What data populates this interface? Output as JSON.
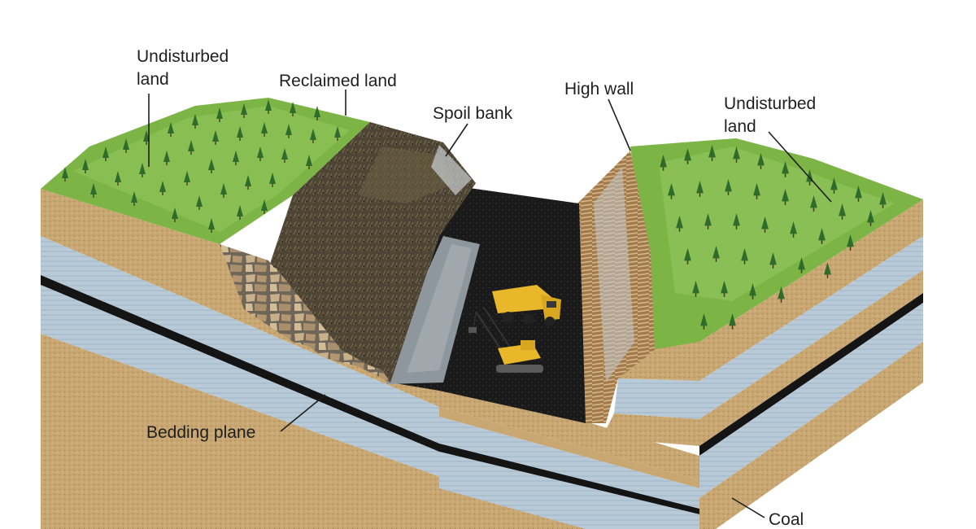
{
  "labels": {
    "undisturbed_left": [
      "Undisturbed",
      "land"
    ],
    "reclaimed": "Reclaimed land",
    "spoil_bank": "Spoil bank",
    "high_wall": "High wall",
    "undisturbed_right": [
      "Undisturbed",
      "land"
    ],
    "bedding_plane": "Bedding plane",
    "coal": "Coal"
  },
  "colors": {
    "grass": "#6aa33b",
    "grass_light": "#93c65a",
    "tree": "#2f6b2a",
    "sand": "#c9a772",
    "sand_dark": "#a98553",
    "shale": "#b6c8d6",
    "shale_dark": "#8fa6ba",
    "coal": "#141414",
    "spoil": "#4e4534",
    "rock": "#b59a72",
    "water": "#8b949c",
    "truck": "#e8b72a"
  },
  "icons": [
    "dump-truck-icon",
    "dragline-excavator-icon",
    "conifer-tree-icon"
  ]
}
